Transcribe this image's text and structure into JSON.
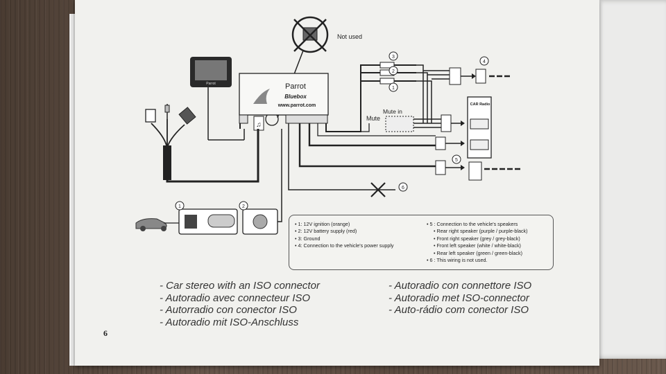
{
  "header": {
    "not_used_label": "Not used"
  },
  "bluebox": {
    "brand": "Parrot",
    "model": "Bluebox",
    "url": "www.parrot.com"
  },
  "screen": {
    "brand": "Parrot"
  },
  "car_radio": {
    "label": "CAR Radio"
  },
  "wires": {
    "mute_in": "Mute in",
    "mute": "Mute"
  },
  "callouts": [
    "1",
    "2",
    "3",
    "4",
    "5",
    "6"
  ],
  "legend": {
    "left": [
      "• 1: 12V ignition (orange)",
      "• 2: 12V battery supply (red)",
      "• 3: Ground",
      "• 4: Connection to the vehicle's power supply"
    ],
    "right_title": "• 5 : Connection to the vehicle's speakers",
    "right_items": [
      "• Rear right speaker (purple / purple-black)",
      "• Front right speaker (grey / grey-black)",
      "• Front left speaker (white / white-black)",
      "• Rear left speaker (green / green-black)"
    ],
    "right_footer": "• 6 : This wiring is not used."
  },
  "captions": {
    "left": [
      "- Car stereo with an ISO connector",
      "- Autoradio avec connecteur ISO",
      "- Autorradio con conector ISO",
      "- Autoradio mit ISO-Anschluss"
    ],
    "right": [
      "- Autoradio con connettore ISO",
      "- Autoradio met ISO-connector",
      "- Auto-rádio com conector ISO"
    ]
  },
  "page_number": "6",
  "colors": {
    "page": "#f1f1ee",
    "ink": "#222222",
    "wood": "#5a4a3e"
  },
  "icons": [
    "camera-icon-crossed",
    "screen-icon",
    "usb-connector-icon",
    "ipod-connector-icon",
    "microphone-icon",
    "car-icon",
    "wrench-icon",
    "bird-logo-icon"
  ]
}
